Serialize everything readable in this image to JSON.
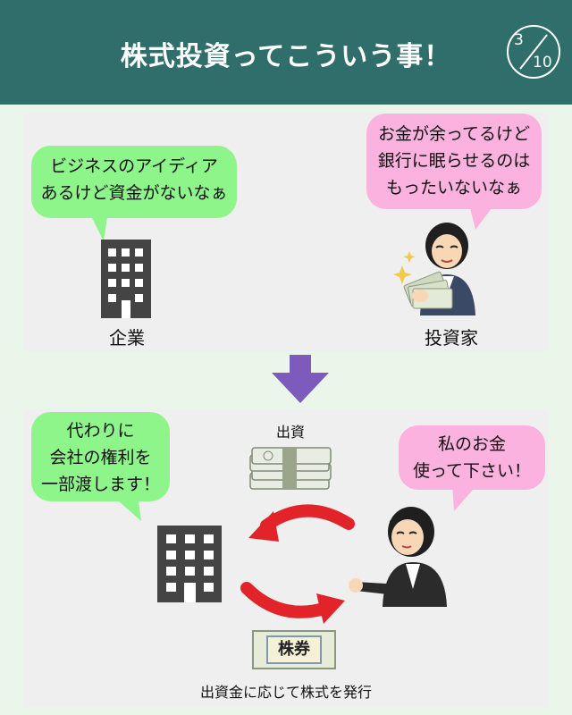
{
  "header": {
    "title": "株式投資ってこういう事！",
    "page_current": "3",
    "page_total": "10",
    "accent_color": "#2f6e6a"
  },
  "top_panel": {
    "company_bubble": [
      "ビジネスのアイディア",
      "あるけど資金がないなぁ"
    ],
    "investor_bubble": [
      "お金が余ってるけど",
      "銀行に眠らせるのは",
      "もったいないなぁ"
    ],
    "company_label": "企業",
    "investor_label": "投資家"
  },
  "bottom_panel": {
    "company_bubble": [
      "代わりに",
      "会社の権利を",
      "一部渡します！"
    ],
    "investor_bubble": [
      "私のお金",
      "使って下さい！"
    ],
    "investment_label": "出資",
    "certificate_text": "株券",
    "caption": "出資金に応じて株式を発行"
  },
  "colors": {
    "green_bubble": "#8ef58b",
    "pink_bubble": "#fbb2de",
    "arrow_down": "#7c5bbd",
    "arrow_red": "#e2232a",
    "building": "#444444"
  }
}
